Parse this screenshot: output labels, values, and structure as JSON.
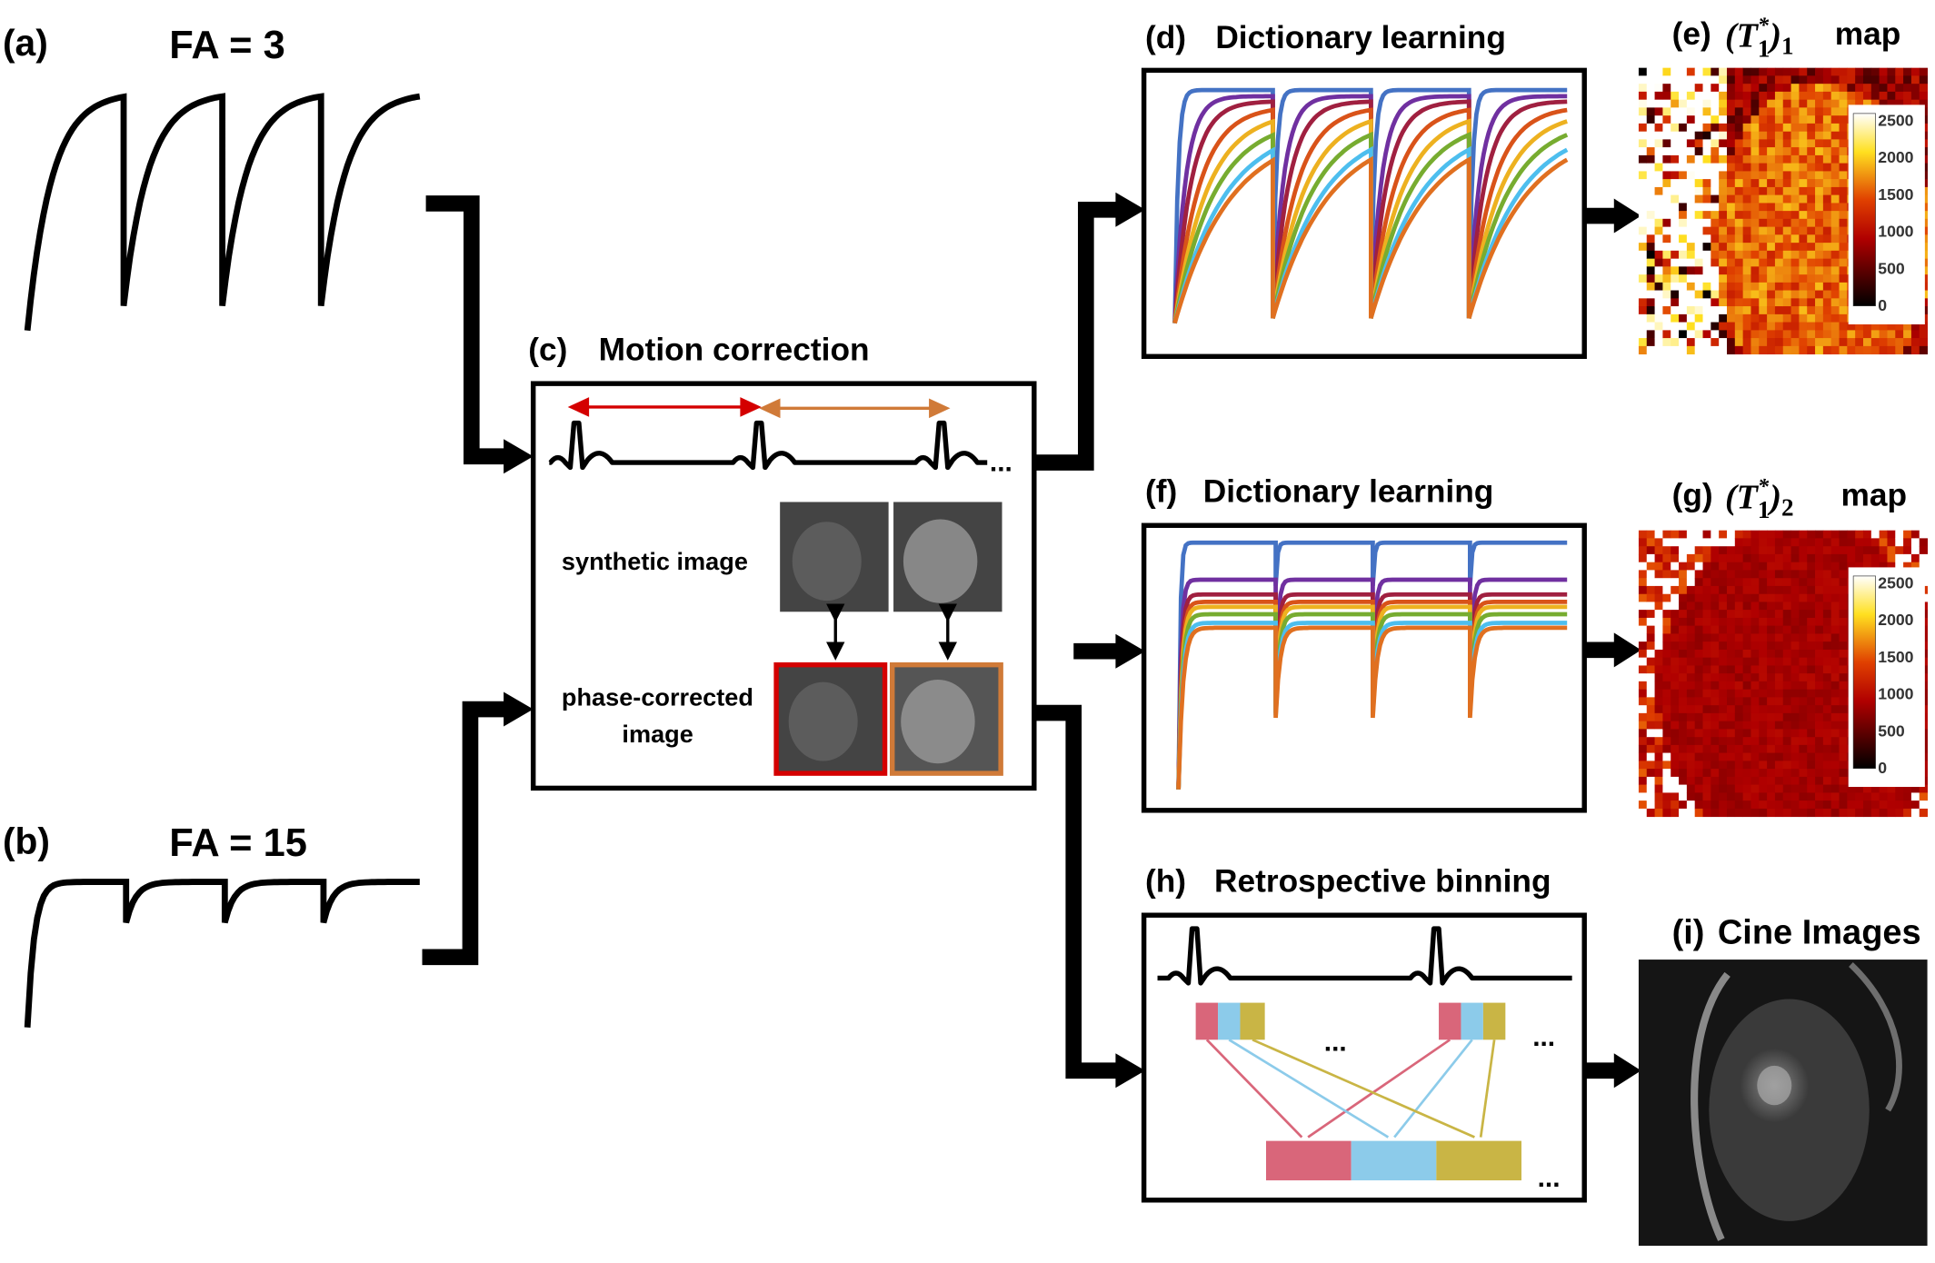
{
  "panels": {
    "a": {
      "label": "(a)",
      "title": "FA = 3"
    },
    "b": {
      "label": "(b)",
      "title": "FA = 15"
    },
    "c": {
      "label": "(c)",
      "title": "Motion correction",
      "row1": "synthetic image",
      "row2_line1": "phase-corrected",
      "row2_line2": "image",
      "ellipsis": "..."
    },
    "d": {
      "label": "(d)",
      "title": "Dictionary learning"
    },
    "e": {
      "label": "(e)",
      "title_T": "T",
      "title_sup": "*",
      "title_sub": "1",
      "title_outer_sub": "1",
      "title_suffix": "map"
    },
    "f": {
      "label": "(f)",
      "title": "Dictionary learning"
    },
    "g": {
      "label": "(g)",
      "title_T": "T",
      "title_sup": "*",
      "title_sub": "1",
      "title_outer_sub": "2",
      "title_suffix": "map"
    },
    "h": {
      "label": "(h)",
      "title": "Retrospective binning",
      "ellipsis": "..."
    },
    "i": {
      "label": "(i)",
      "title": "Cine Images"
    }
  },
  "colorbar_ticks": [
    "2500",
    "2000",
    "1500",
    "1000",
    "500",
    "0"
  ],
  "colors": {
    "red_interval": "#d40000",
    "orange_interval": "#d07a38",
    "bin_pink": "#d9667a",
    "bin_blue": "#8ccbea",
    "bin_olive": "#c9b545",
    "dictionary_series": [
      "#4472c4",
      "#7030a0",
      "#a02040",
      "#d95319",
      "#edb120",
      "#77ac30",
      "#4dbeee",
      "#e07020"
    ]
  }
}
